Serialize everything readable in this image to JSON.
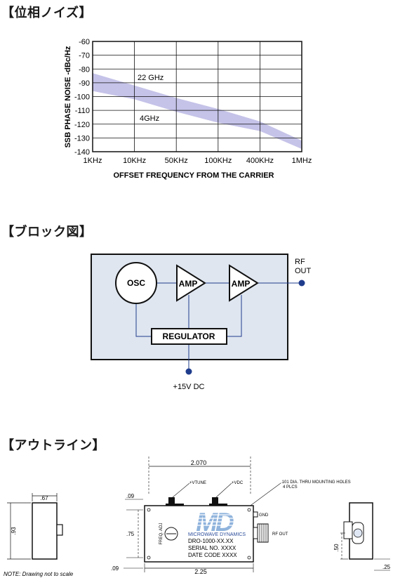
{
  "sections": {
    "phase_noise": "【位相ノイズ】",
    "block": "【ブロック図】",
    "outline": "【アウトライン】"
  },
  "chart_data": {
    "type": "area",
    "title": "",
    "xlabel": "OFFSET FREQUENCY FROM THE CARRIER",
    "ylabel": "SSB PHASE NOISE -dBc/Hz",
    "categories": [
      "1KHz",
      "10KHz",
      "50KHz",
      "100KHz",
      "400KHz",
      "1MHz"
    ],
    "ylim": [
      -140,
      -60
    ],
    "yticks": [
      -60,
      -70,
      -80,
      -90,
      -100,
      -110,
      -120,
      -130,
      -140
    ],
    "grid": true,
    "series": [
      {
        "name": "22 GHz",
        "values": [
          -83,
          -92,
          -101,
          -109,
          -118,
          -132
        ]
      },
      {
        "name": "4GHz",
        "values": [
          -96,
          -102,
          -111,
          -119,
          -125,
          -138
        ]
      }
    ],
    "annotations": [
      "22 GHz",
      "4GHz"
    ],
    "band_color": "#c5c3e8"
  },
  "block_diagram": {
    "osc": "OSC",
    "amp1": "AMP",
    "amp2": "AMP",
    "regulator": "REGULATOR",
    "rf_out_line1": "RF",
    "rf_out_line2": "OUT",
    "power": "+15V DC",
    "panel_color": "#dfe6f0",
    "port_color": "#1f3c8c"
  },
  "outline": {
    "side_width": ".67",
    "side_height": ".93",
    "note": "NOTE: Drawing not to scale",
    "dim_top": "2.070",
    "dim_bottom": "2.25",
    "dim_left_top": ".09",
    "dim_left_bottom": ".09",
    "dim_height": ".75",
    "vtune": "+VTUNE",
    "vdc": "+VDC",
    "mount_holes_line1": ".101 DIA. THRU MOUNTING HOLES",
    "mount_holes_line2": "4 PLCS",
    "gnd": "GND",
    "rf_out": "RF OUT",
    "freq_adj": "FREQ. ADJ",
    "logo_letters": "MD",
    "logo_text": "MICROWAVE DYNAMICS",
    "model": "DRO-1000-XX.XX",
    "serial": "SERIAL NO. XXXX",
    "date_code": "DATE CODE XXXX",
    "end_height": ".50",
    "end_bottom": ".25"
  }
}
